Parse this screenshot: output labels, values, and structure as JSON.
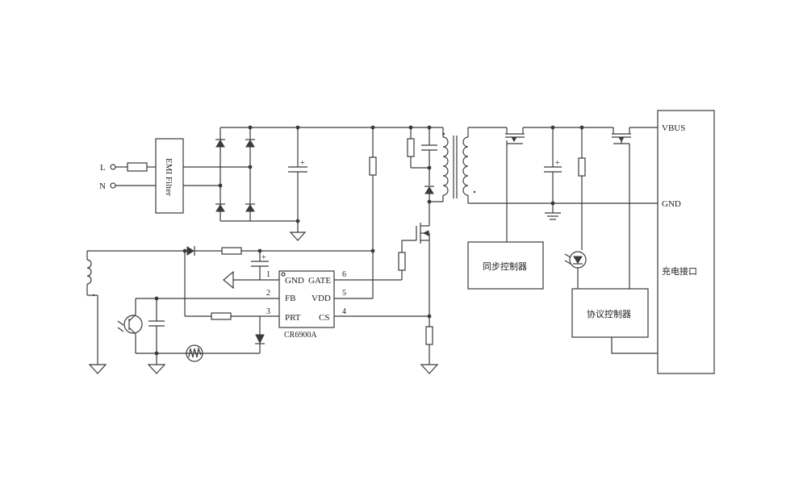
{
  "inputs": {
    "line": "L",
    "neutral": "N"
  },
  "emi_filter": {
    "label": "EMI Filter"
  },
  "ic": {
    "name": "CR6900A",
    "pins": {
      "gnd": "GND",
      "gate": "GATE",
      "fb": "FB",
      "vdd": "VDD",
      "prt": "PRT",
      "cs": "CS",
      "n1": "1",
      "n2": "2",
      "n3": "3",
      "n4": "4",
      "n5": "5",
      "n6": "6"
    }
  },
  "blocks": {
    "sync_controller": "同步控制器",
    "protocol_controller": "协议控制器",
    "charge_port": "充电接口"
  },
  "nets": {
    "vbus": "VBUS",
    "gnd": "GND"
  },
  "capacitor_polarity": "+",
  "colors": {
    "stroke": "#3a3a3a",
    "background": "#ffffff"
  }
}
